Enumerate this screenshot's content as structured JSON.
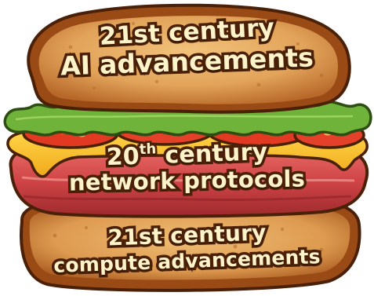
{
  "top_slice": {
    "line1": "21st century",
    "line2": "AI advancements"
  },
  "filling": {
    "line1_ordinal": "20",
    "line1_suffix": "th",
    "line1_rest": " century",
    "line2": "network protocols"
  },
  "bottom_slice": {
    "line1": "21st century",
    "line2": "compute advancements"
  },
  "colors": {
    "crust": "#9a4a14",
    "bread": "#e9b064",
    "lettuce": "#6fb33a",
    "tomato": "#e23a22",
    "cheese": "#f6c12b",
    "meat": "#d24a4a",
    "outline": "#4a2108",
    "text": "#fff3c9"
  }
}
